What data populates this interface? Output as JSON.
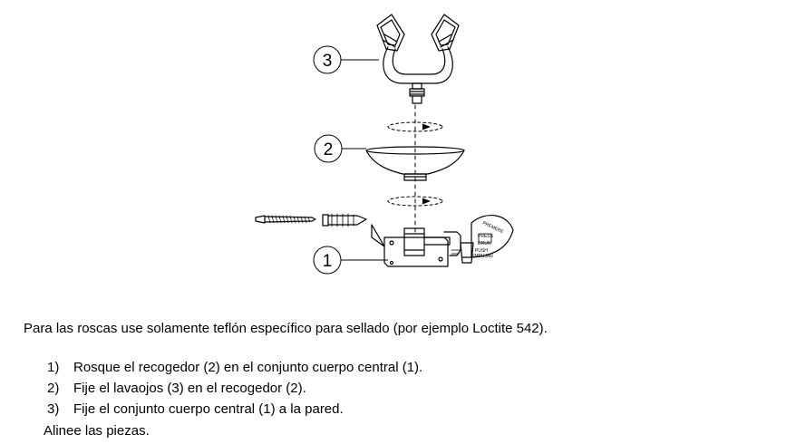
{
  "diagram": {
    "callouts": [
      "3",
      "2",
      "1"
    ],
    "button_text": [
      "PREMERE",
      "PUSH",
      "EMPUJAR",
      "PRESS",
      "DRUK"
    ]
  },
  "instructions": {
    "note": "Para las roscas use solamente teflón específico para sellado (por ejemplo Loctite 542).",
    "steps": [
      {
        "num": "1)",
        "text": "Rosque el recogedor (2) en el conjunto cuerpo central (1)."
      },
      {
        "num": "2)",
        "text": "Fije el lavaojos (3) en el recogedor (2)."
      },
      {
        "num": "3)",
        "text": "Fije el conjunto cuerpo central (1) a la pared."
      }
    ],
    "final": "Alinee las piezas."
  }
}
